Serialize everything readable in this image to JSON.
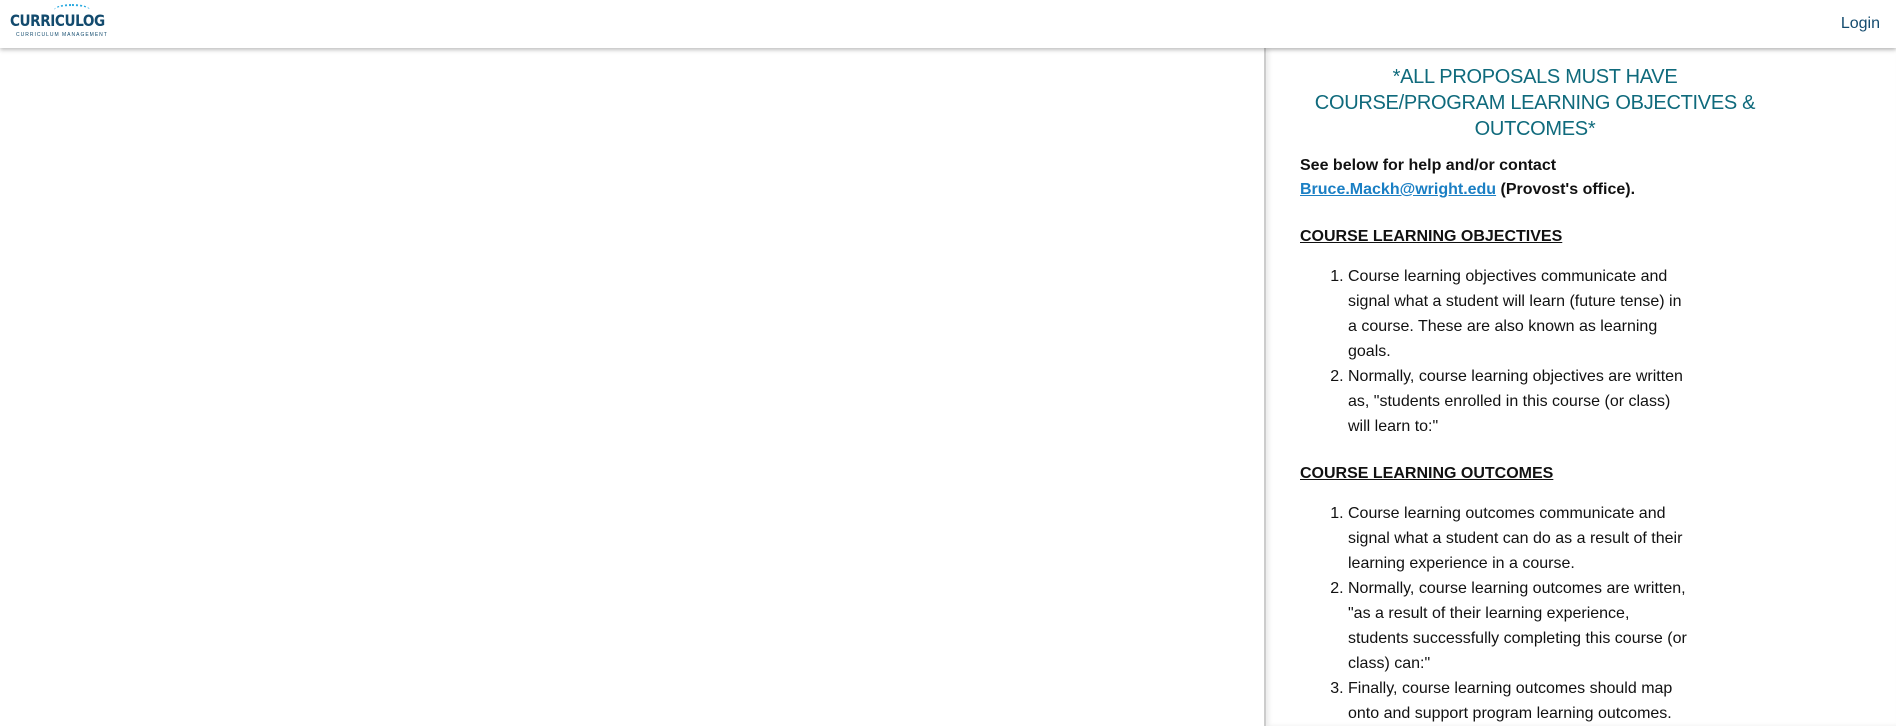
{
  "header": {
    "logo_text": "CURRICULOG",
    "logo_subtext": "CURRICULUM MANAGEMENT",
    "login_label": "Login"
  },
  "panel": {
    "title": "*ALL PROPOSALS MUST HAVE COURSE/PROGRAM LEARNING OBJECTIVES & OUTCOMES*",
    "intro_prefix": "See below for help and/or contact",
    "email": "Bruce.Mackh@wright.edu",
    "intro_suffix": " (Provost's office).",
    "objectives_heading": "COURSE LEARNING OBJECTIVES",
    "objectives": [
      "Course learning objectives communicate and signal what a student will learn (future tense) in a course. These are also known as learning goals.",
      "Normally, course learning objectives are written as, \"students enrolled in this course (or class) will learn to:\""
    ],
    "outcomes_heading": "COURSE LEARNING OUTCOMES",
    "outcomes": [
      "Course learning outcomes communicate and signal what a student can do as a result of their learning experience in a course.",
      "Normally, course learning outcomes are written, \"as a result of their learning experience, students successfully completing this course (or class) can:\"",
      "Finally, course learning outcomes should map onto and support program learning outcomes."
    ]
  }
}
